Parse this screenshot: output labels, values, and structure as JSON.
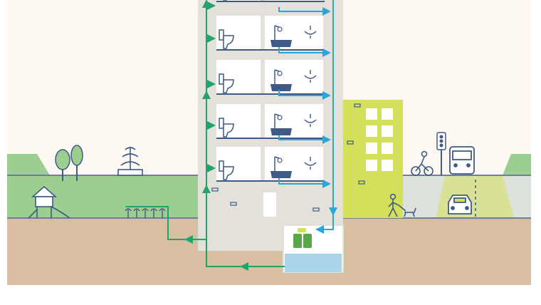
{
  "diagram": {
    "description_text": "",
    "colors": {
      "background": "#fdf9f2",
      "grass": "#9ccf8f",
      "ground_line": "#6f7f95",
      "soil": "#d9bfa2",
      "building": "#e4e0da",
      "building_inner": "#ffffff",
      "floor_line": "#3f5a84",
      "fixture": "#3f5a84",
      "greywater_pipe": "#2aa7d8",
      "recycled_pipe": "#22a36c",
      "lime_building": "#d4e05a",
      "road": "#dde3dc",
      "tank_water": "#a9d4ea",
      "treatment_unit": "#5aa64a"
    },
    "floors": [
      {
        "name": "floor-top",
        "toilet": true,
        "bathtub": true,
        "sink": false
      },
      {
        "name": "floor-5",
        "toilet": true,
        "bathtub": true,
        "sink": true
      },
      {
        "name": "floor-4",
        "toilet": true,
        "bathtub": true,
        "sink": true
      },
      {
        "name": "floor-3",
        "toilet": true,
        "bathtub": true,
        "sink": true
      },
      {
        "name": "floor-2",
        "toilet": true,
        "bathtub": true,
        "sink": true
      }
    ],
    "icons": [
      "trees-icon",
      "fountain-icon",
      "playground-icon",
      "garden-irrigation-icon",
      "toilet-icon",
      "bathtub-icon",
      "sink-icon",
      "treatment-unit-icon",
      "storage-tank-icon",
      "cyclist-icon",
      "traffic-light-icon",
      "bus-icon",
      "car-icon",
      "pedestrian-with-dog-icon"
    ]
  }
}
